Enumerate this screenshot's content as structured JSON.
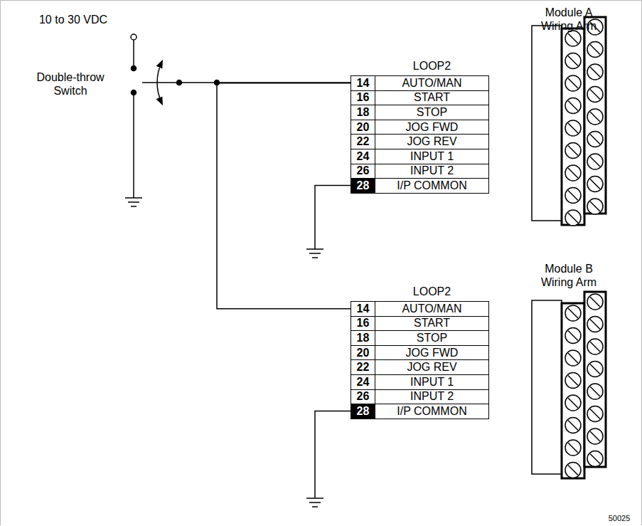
{
  "diagram": {
    "nodes": [
      {
        "text": [
          "LOOP2"
        ]
      },
      {
        "text": [
          "14",
          "AUTO/MAN"
        ],
        "in": 0
      },
      {
        "text": [
          "16",
          "START"
        ],
        "in": 0
      },
      {
        "text": [
          "18",
          "STOP"
        ],
        "in": 0
      },
      {
        "text": [
          "20",
          "JOG FWD"
        ],
        "in": 0
      },
      {
        "text": [
          "22",
          "JOG REV"
        ],
        "in": 0
      },
      {
        "text": [
          "24",
          "INPUT 1"
        ],
        "in": 0
      },
      {
        "text": [
          "26",
          "INPUT 2"
        ],
        "in": 0
      },
      {
        "text": [
          "28",
          "I/P COMMON"
        ],
        "in": 0
      },
      {
        "text": [
          "LOOP2"
        ]
      },
      {
        "text": [
          "14",
          "AUTO/MAN"
        ],
        "in": 9
      },
      {
        "text": [
          "16",
          "START"
        ],
        "in": 9
      },
      {
        "text": [
          "18",
          "STOP"
        ],
        "in": 9
      },
      {
        "text": [
          "20",
          "JOG FWD"
        ],
        "in": 9
      },
      {
        "text": [
          "22",
          "JOG REV"
        ],
        "in": 9
      },
      {
        "text": [
          "24",
          "INPUT 1"
        ],
        "in": 9
      },
      {
        "text": [
          "26",
          "INPUT 2"
        ],
        "in": 9
      },
      {
        "text": [
          "28",
          "I/P COMMON"
        ],
        "in": 9
      }
    ],
    "edges": [
      {
        "from": 1,
        "to": 10,
        "arrow": "none"
      }
    ],
    "labels": [
      "10 to 30 VDC",
      "Double-throw Switch",
      "Module A Wiring Arm",
      "Module B Wiring Arm",
      "50025"
    ]
  }
}
